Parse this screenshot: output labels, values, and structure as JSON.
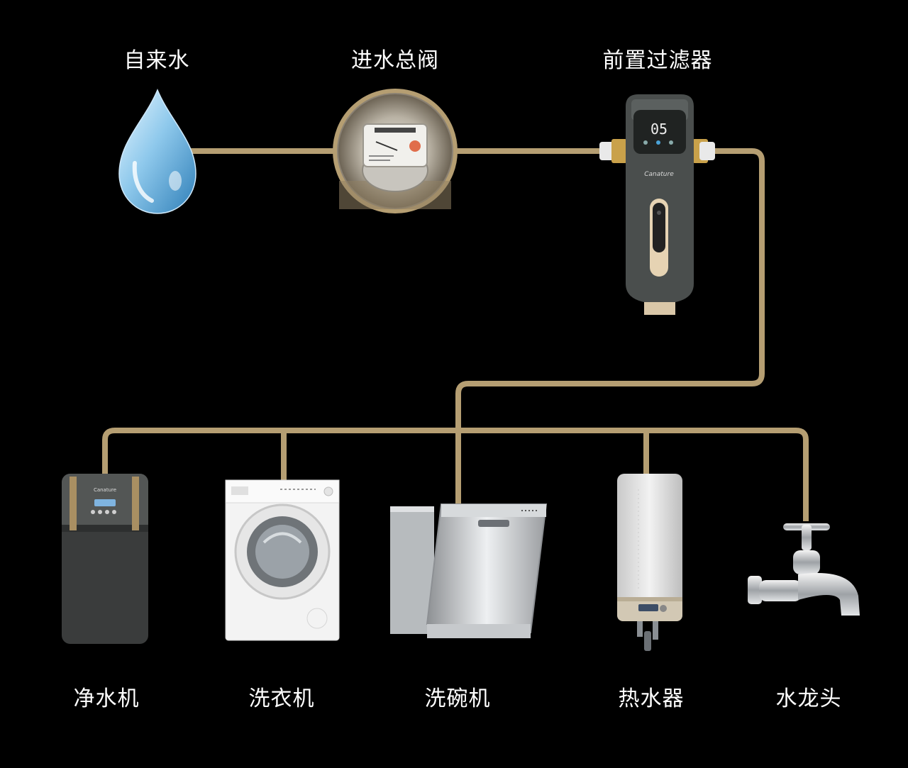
{
  "colors": {
    "background": "#000000",
    "pipe": "#b59e72",
    "label": "#ffffff"
  },
  "source_nodes": [
    {
      "label": "自来水",
      "icon": "water-drop-icon"
    },
    {
      "label": "进水总阀",
      "icon": "water-meter-icon"
    },
    {
      "label": "前置过滤器",
      "icon": "pre-filter-icon"
    }
  ],
  "filter_display": "05",
  "filter_brand": "Canature",
  "purifier_brand": "Canature",
  "appliances": [
    {
      "label": "净水机",
      "icon": "water-purifier-icon"
    },
    {
      "label": "洗衣机",
      "icon": "washing-machine-icon"
    },
    {
      "label": "洗碗机",
      "icon": "dishwasher-icon"
    },
    {
      "label": "热水器",
      "icon": "water-heater-icon"
    },
    {
      "label": "水龙头",
      "icon": "faucet-icon"
    }
  ]
}
